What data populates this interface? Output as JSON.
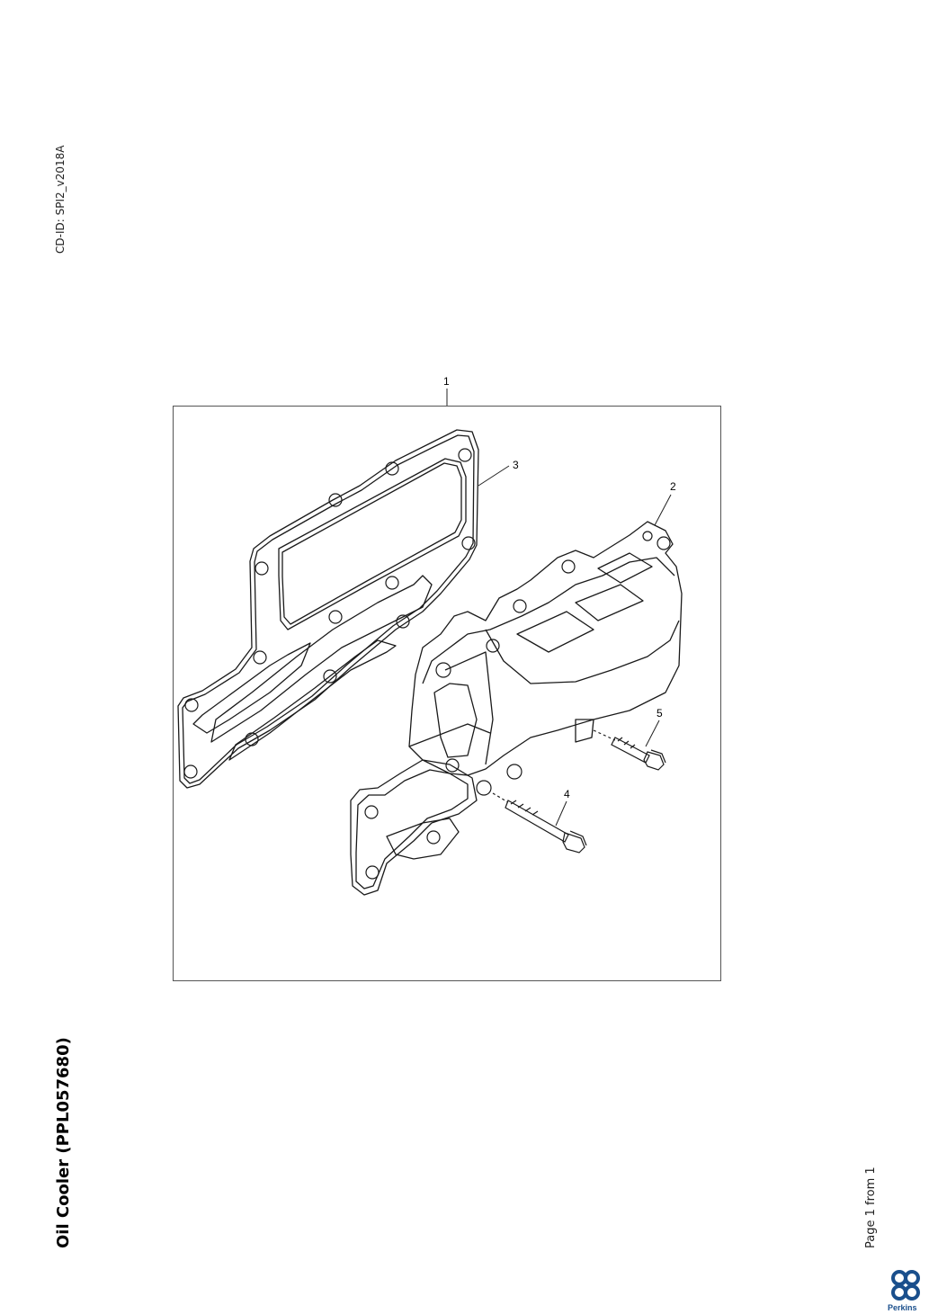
{
  "document": {
    "cd_id": "CD-ID: SPI2_v2018A",
    "title": "Oil Cooler (PPL057680)",
    "page_info": "Page 1 from 1",
    "brand": "Perkins"
  },
  "callouts": [
    "1",
    "2",
    "3",
    "4",
    "5"
  ],
  "icons": {
    "logo": "perkins-logo-icon"
  },
  "colors": {
    "line": "#1a1a1a",
    "brand": "#1a4f8c"
  }
}
